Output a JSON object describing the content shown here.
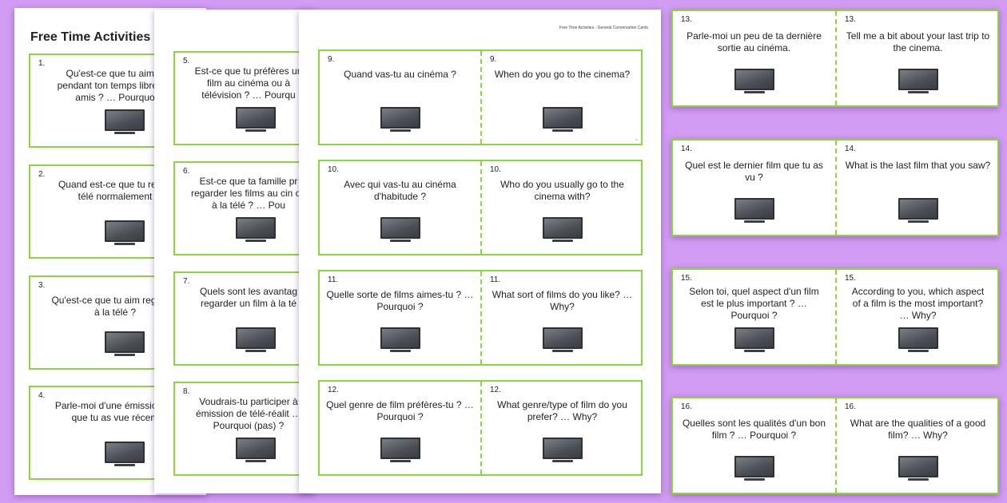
{
  "colors": {
    "background": "#d39cf4",
    "card_border": "#8ed43f",
    "sheet": "#ffffff"
  },
  "sheet1": {
    "title": "Free Time Activities -",
    "cards": [
      {
        "num": "1.",
        "text": "Qu'est-ce que tu aimes pendant ton temps libre tes amis ? … Pourquo"
      },
      {
        "num": "2.",
        "text": "Quand est-ce que tu reg la télé normalement"
      },
      {
        "num": "3.",
        "text": "Qu'est-ce que tu aim regarder à la télé ?"
      },
      {
        "num": "4.",
        "text": "Parle-moi d'une émissio télé que tu as vue récem"
      }
    ]
  },
  "sheet2": {
    "cards": [
      {
        "num": "5.",
        "text": "Est-ce que tu préfères un film au cinéma ou à télévision ? … Pourqu"
      },
      {
        "num": "6.",
        "text": "Est-ce que ta famille pr regarder les films au cin ou à la télé ? … Pou"
      },
      {
        "num": "7.",
        "text": "Quels sont les avantag regarder un film à la té"
      },
      {
        "num": "8.",
        "text": "Voudrais-tu participer à émission de télé-réalit … Pourquoi (pas) ?"
      }
    ]
  },
  "sheet3": {
    "header": "Free Time Activities - General Conversation Cards",
    "cards": [
      {
        "fr_num": "9.",
        "fr": "Quand vas-tu au cinéma ?",
        "en_num": "9.",
        "en": "When do you go to the cinema?"
      },
      {
        "fr_num": "10.",
        "fr": "Avec qui vas-tu au cinéma d'habitude ?",
        "en_num": "10.",
        "en": "Who do you usually go to the cinema with?"
      },
      {
        "fr_num": "11.",
        "fr": "Quelle sorte de films aimes-tu ? … Pourquoi ?",
        "en_num": "11.",
        "en": "What sort of films do you like? … Why?"
      },
      {
        "fr_num": "12.",
        "fr": "Quel genre de film préfères-tu ? … Pourquoi ?",
        "en_num": "12.",
        "en": "What genre/type of film do you prefer? … Why?"
      }
    ]
  },
  "strips": [
    {
      "fr_num": "13.",
      "fr": "Parle-moi un peu de ta dernière sortie au cinéma.",
      "en_num": "13.",
      "en": "Tell me a bit about your last trip to the cinema."
    },
    {
      "fr_num": "14.",
      "fr": "Quel est le dernier film que tu as vu ?",
      "en_num": "14.",
      "en": "What is the last film that you saw?"
    },
    {
      "fr_num": "15.",
      "fr": "Selon toi, quel aspect d'un film est le plus important ? … Pourquoi ?",
      "en_num": "15.",
      "en": "According to you, which aspect of a film is the most important? … Why?"
    },
    {
      "fr_num": "16.",
      "fr": "Quelles sont les qualités d'un bon film ? … Pourquoi ?",
      "en_num": "16.",
      "en": "What are the qualities of a good film? … Why?"
    }
  ]
}
